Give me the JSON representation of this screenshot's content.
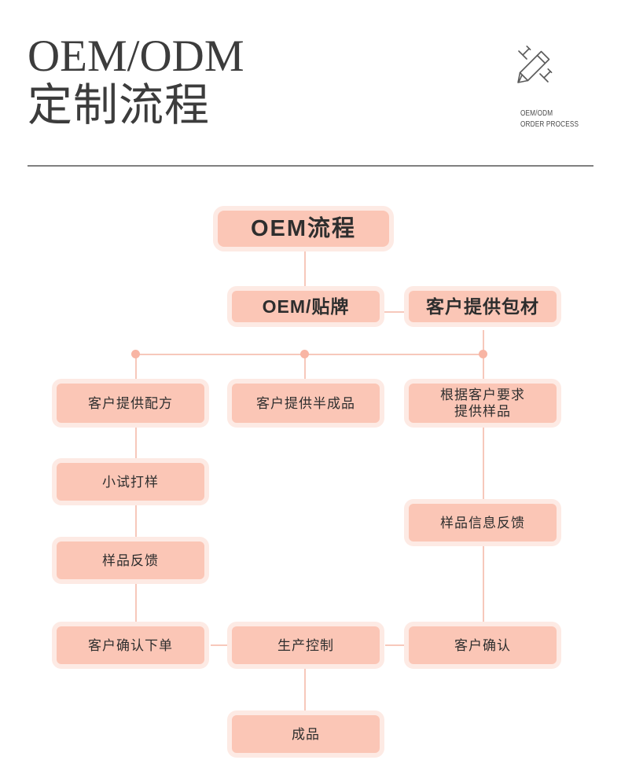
{
  "header": {
    "title_en": "OEM/ODM",
    "title_cn": "定制流程",
    "icon": "pencil-icon",
    "sub_line1": "OEM/ODM",
    "sub_line2": "ORDER PROCESS"
  },
  "colors": {
    "node_fill": "#fbc6b6",
    "node_glow": "#fdeae4",
    "connector": "#f7c8bb",
    "dot": "#f8b5a4",
    "divider": "#808080",
    "title": "#3c3c3c",
    "node_text": "#2e2e2e"
  },
  "chart_data": {
    "type": "diagram",
    "title": "OEM/ODM 定制流程",
    "nodes": [
      {
        "id": "n1",
        "label": "OEM流程",
        "row": 1,
        "col": "center"
      },
      {
        "id": "n2",
        "label": "OEM/贴牌",
        "row": 2,
        "col": "center"
      },
      {
        "id": "n3",
        "label": "客户提供包材",
        "row": 2,
        "col": "right"
      },
      {
        "id": "n4",
        "label": "客户提供配方",
        "row": 3,
        "col": "left"
      },
      {
        "id": "n5",
        "label": "客户提供半成品",
        "row": 3,
        "col": "center"
      },
      {
        "id": "n6",
        "label": "根据客户要求\n提供样品",
        "row": 3,
        "col": "right"
      },
      {
        "id": "n7",
        "label": "小试打样",
        "row": 4,
        "col": "left"
      },
      {
        "id": "n8",
        "label": "样品反馈",
        "row": 5,
        "col": "left"
      },
      {
        "id": "n9",
        "label": "样品信息反馈",
        "row": 5,
        "col": "right"
      },
      {
        "id": "n10",
        "label": "客户确认下单",
        "row": 6,
        "col": "left"
      },
      {
        "id": "n11",
        "label": "生产控制",
        "row": 6,
        "col": "center"
      },
      {
        "id": "n12",
        "label": "客户确认",
        "row": 6,
        "col": "right"
      },
      {
        "id": "n13",
        "label": "成品",
        "row": 7,
        "col": "center"
      }
    ],
    "edges": [
      {
        "from": "n1",
        "to": "n2"
      },
      {
        "from": "n2",
        "to": "n3"
      },
      {
        "from": "n3",
        "to": "n4"
      },
      {
        "from": "n3",
        "to": "n5"
      },
      {
        "from": "n3",
        "to": "n6"
      },
      {
        "from": "n4",
        "to": "n7"
      },
      {
        "from": "n7",
        "to": "n8"
      },
      {
        "from": "n8",
        "to": "n10"
      },
      {
        "from": "n6",
        "to": "n9"
      },
      {
        "from": "n9",
        "to": "n12"
      },
      {
        "from": "n10",
        "to": "n11"
      },
      {
        "from": "n11",
        "to": "n12"
      },
      {
        "from": "n11",
        "to": "n13"
      }
    ]
  },
  "nodes": {
    "n1": "OEM流程",
    "n2": "OEM/贴牌",
    "n3": "客户提供包材",
    "n4": "客户提供配方",
    "n5": "客户提供半成品",
    "n6_line1": "根据客户要求",
    "n6_line2": "提供样品",
    "n7": "小试打样",
    "n8": "样品反馈",
    "n9": "样品信息反馈",
    "n10": "客户确认下单",
    "n11": "生产控制",
    "n12": "客户确认",
    "n13": "成品"
  }
}
